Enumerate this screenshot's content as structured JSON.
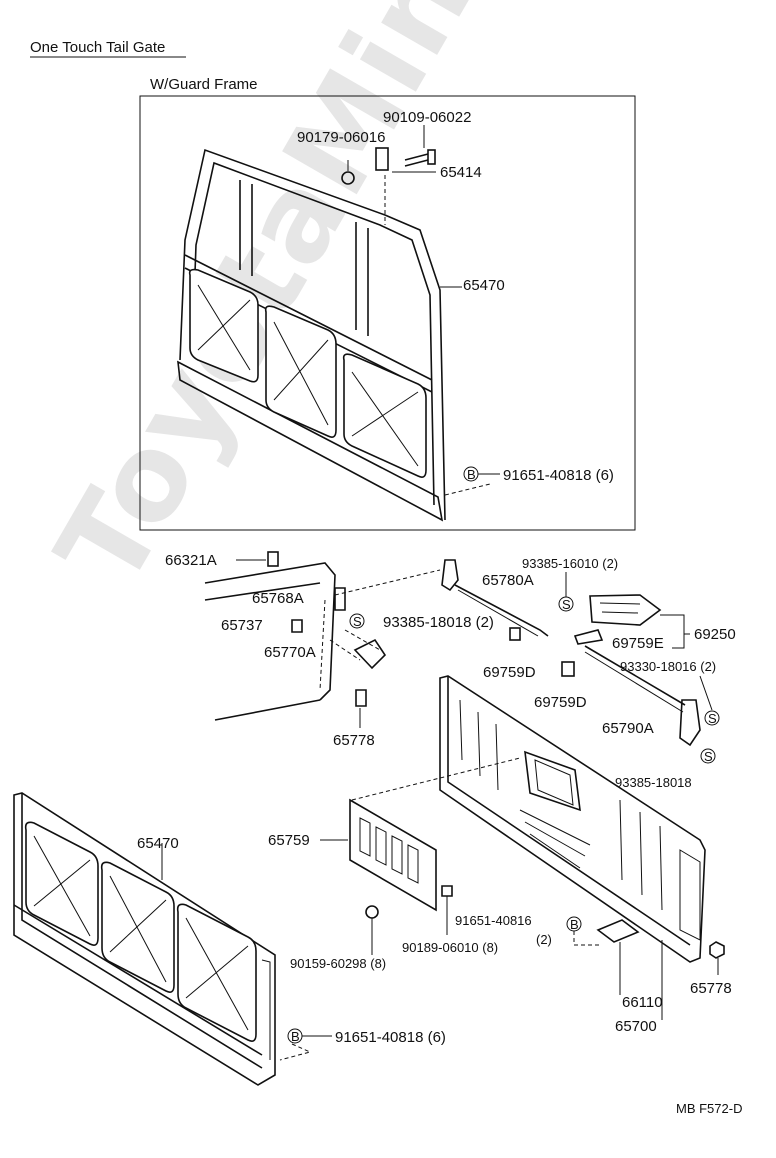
{
  "title": "One Touch Tail Gate",
  "frame_label": "W/Guard Frame",
  "footer": "MB F572-D",
  "watermark": "ToyotaMine.ru",
  "labels": {
    "p90109": "90109-06022",
    "p90179": "90179-06016",
    "p65414": "65414",
    "p65470_top": "65470",
    "p91651_top": "91651-40818 (6)",
    "p66321A": "66321A",
    "p65768A": "65768A",
    "p65737": "65737",
    "p65770A": "65770A",
    "p65778_left": "65778",
    "p93385_18018_2": "93385-18018 (2)",
    "p65780A": "65780A",
    "p93385_16010": "93385-16010 (2)",
    "p69759E": "69759E",
    "p69250": "69250",
    "p69759D_1": "69759D",
    "p69759D_2": "69759D",
    "p93330": "93330-18016 (2)",
    "p65790A": "65790A",
    "p93385_18018": "93385-18018",
    "p65470_bottom": "65470",
    "p65759": "65759",
    "p91651_40816": "91651-40816",
    "p91651_40816_qty": "(2)",
    "p90189": "90189-06010 (8)",
    "p90159": "90159-60298 (8)",
    "p91651_bottom": "91651-40818 (6)",
    "p66110": "66110",
    "p65700": "65700",
    "p65778_right": "65778"
  },
  "symbols": {
    "b": "B",
    "s": "S"
  }
}
